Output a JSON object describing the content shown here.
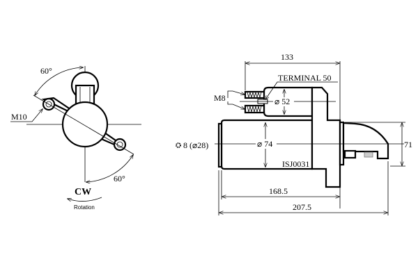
{
  "front_view": {
    "angle_top": "60°",
    "angle_bottom": "60°",
    "thread_label": "M10",
    "rotation_direction": "CW",
    "rotation_label": "Rotation"
  },
  "side_view": {
    "dim_solenoid_length": "133",
    "terminal_label": "TERMINAL 50",
    "stud_thread_label": "M8",
    "solenoid_diameter": "⌀ 52",
    "pinion_label": "8 (⌀28)",
    "body_diameter": "⌀ 74",
    "part_number": "ISJ0031",
    "dim_body_length": "168.5",
    "dim_overall_length": "207.5",
    "dim_nose_height": "71"
  },
  "colors": {
    "line": "#000000",
    "background": "#ffffff"
  }
}
